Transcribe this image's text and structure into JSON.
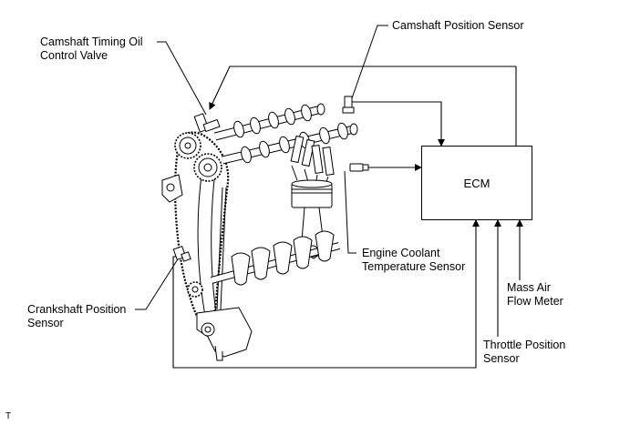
{
  "ecm": {
    "label": "ECM"
  },
  "labels": {
    "camshaft_timing_oil_control_valve": [
      "Camshaft Timing Oil",
      "Control Valve"
    ],
    "camshaft_position_sensor": "Camshaft Position Sensor",
    "engine_coolant_temperature_sensor": [
      "Engine Coolant",
      "Temperature Sensor"
    ],
    "mass_air_flow_meter": [
      "Mass Air",
      "Flow Meter"
    ],
    "throttle_position_sensor": [
      "Throttle Position",
      "Sensor"
    ],
    "crankshaft_position_sensor": [
      "Crankshaft Position",
      "Sensor"
    ]
  },
  "corner_mark": "T"
}
